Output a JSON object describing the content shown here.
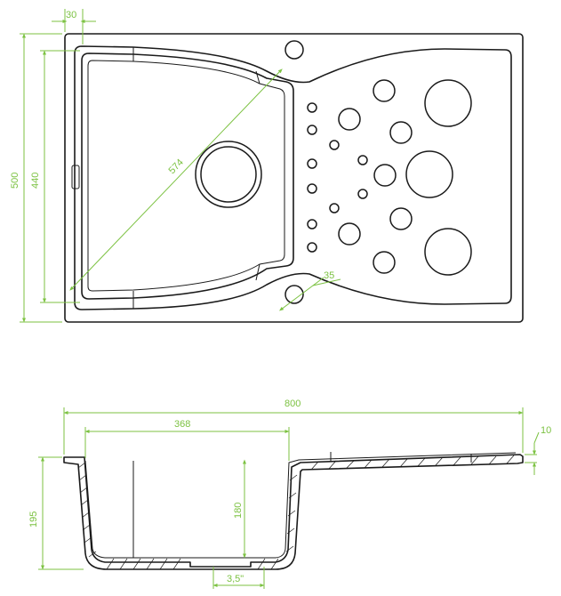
{
  "dimensions": {
    "flange_width": "30",
    "overall_depth": "500",
    "bowl_depth": "440",
    "diagonal": "574",
    "tap_hole": "35",
    "overall_width": "800",
    "bowl_width": "368",
    "rim_height": "10",
    "overall_height": "195",
    "bowl_height": "180",
    "waste_size": "3,5\""
  }
}
